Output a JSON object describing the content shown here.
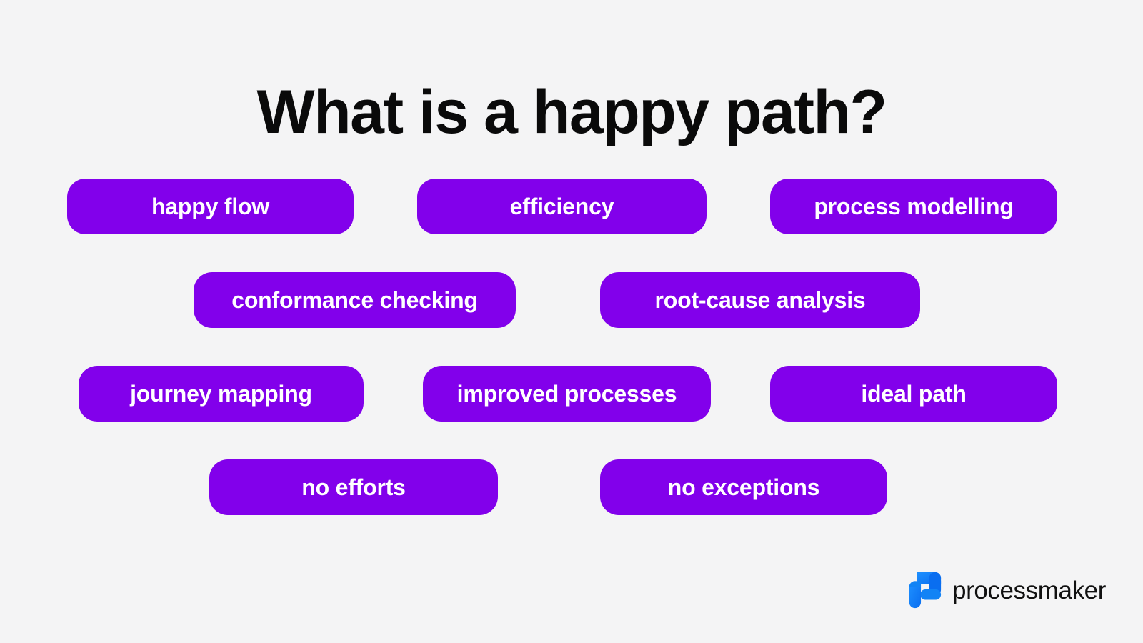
{
  "slide": {
    "background_color": "#f4f4f5",
    "title": "What is a happy path?",
    "title_color": "#0a0a0a",
    "tag_color": "#8200eb",
    "tag_text_color": "#ffffff"
  },
  "tag_rows": [
    {
      "row": 1,
      "tags": [
        {
          "label": "happy flow"
        },
        {
          "label": "efficiency"
        },
        {
          "label": "process modelling"
        }
      ]
    },
    {
      "row": 2,
      "tags": [
        {
          "label": "conformance checking"
        },
        {
          "label": "root-cause analysis"
        }
      ]
    },
    {
      "row": 3,
      "tags": [
        {
          "label": "journey mapping"
        },
        {
          "label": "improved processes"
        },
        {
          "label": "ideal path"
        }
      ]
    },
    {
      "row": 4,
      "tags": [
        {
          "label": "no efforts"
        },
        {
          "label": "no exceptions"
        }
      ]
    }
  ],
  "logo": {
    "icon_name": "processmaker-logo-icon",
    "wordmark": "processmaker",
    "brand_color": "#1283f5",
    "brand_color_dark": "#0a63e0",
    "wordmark_color": "#111111"
  }
}
